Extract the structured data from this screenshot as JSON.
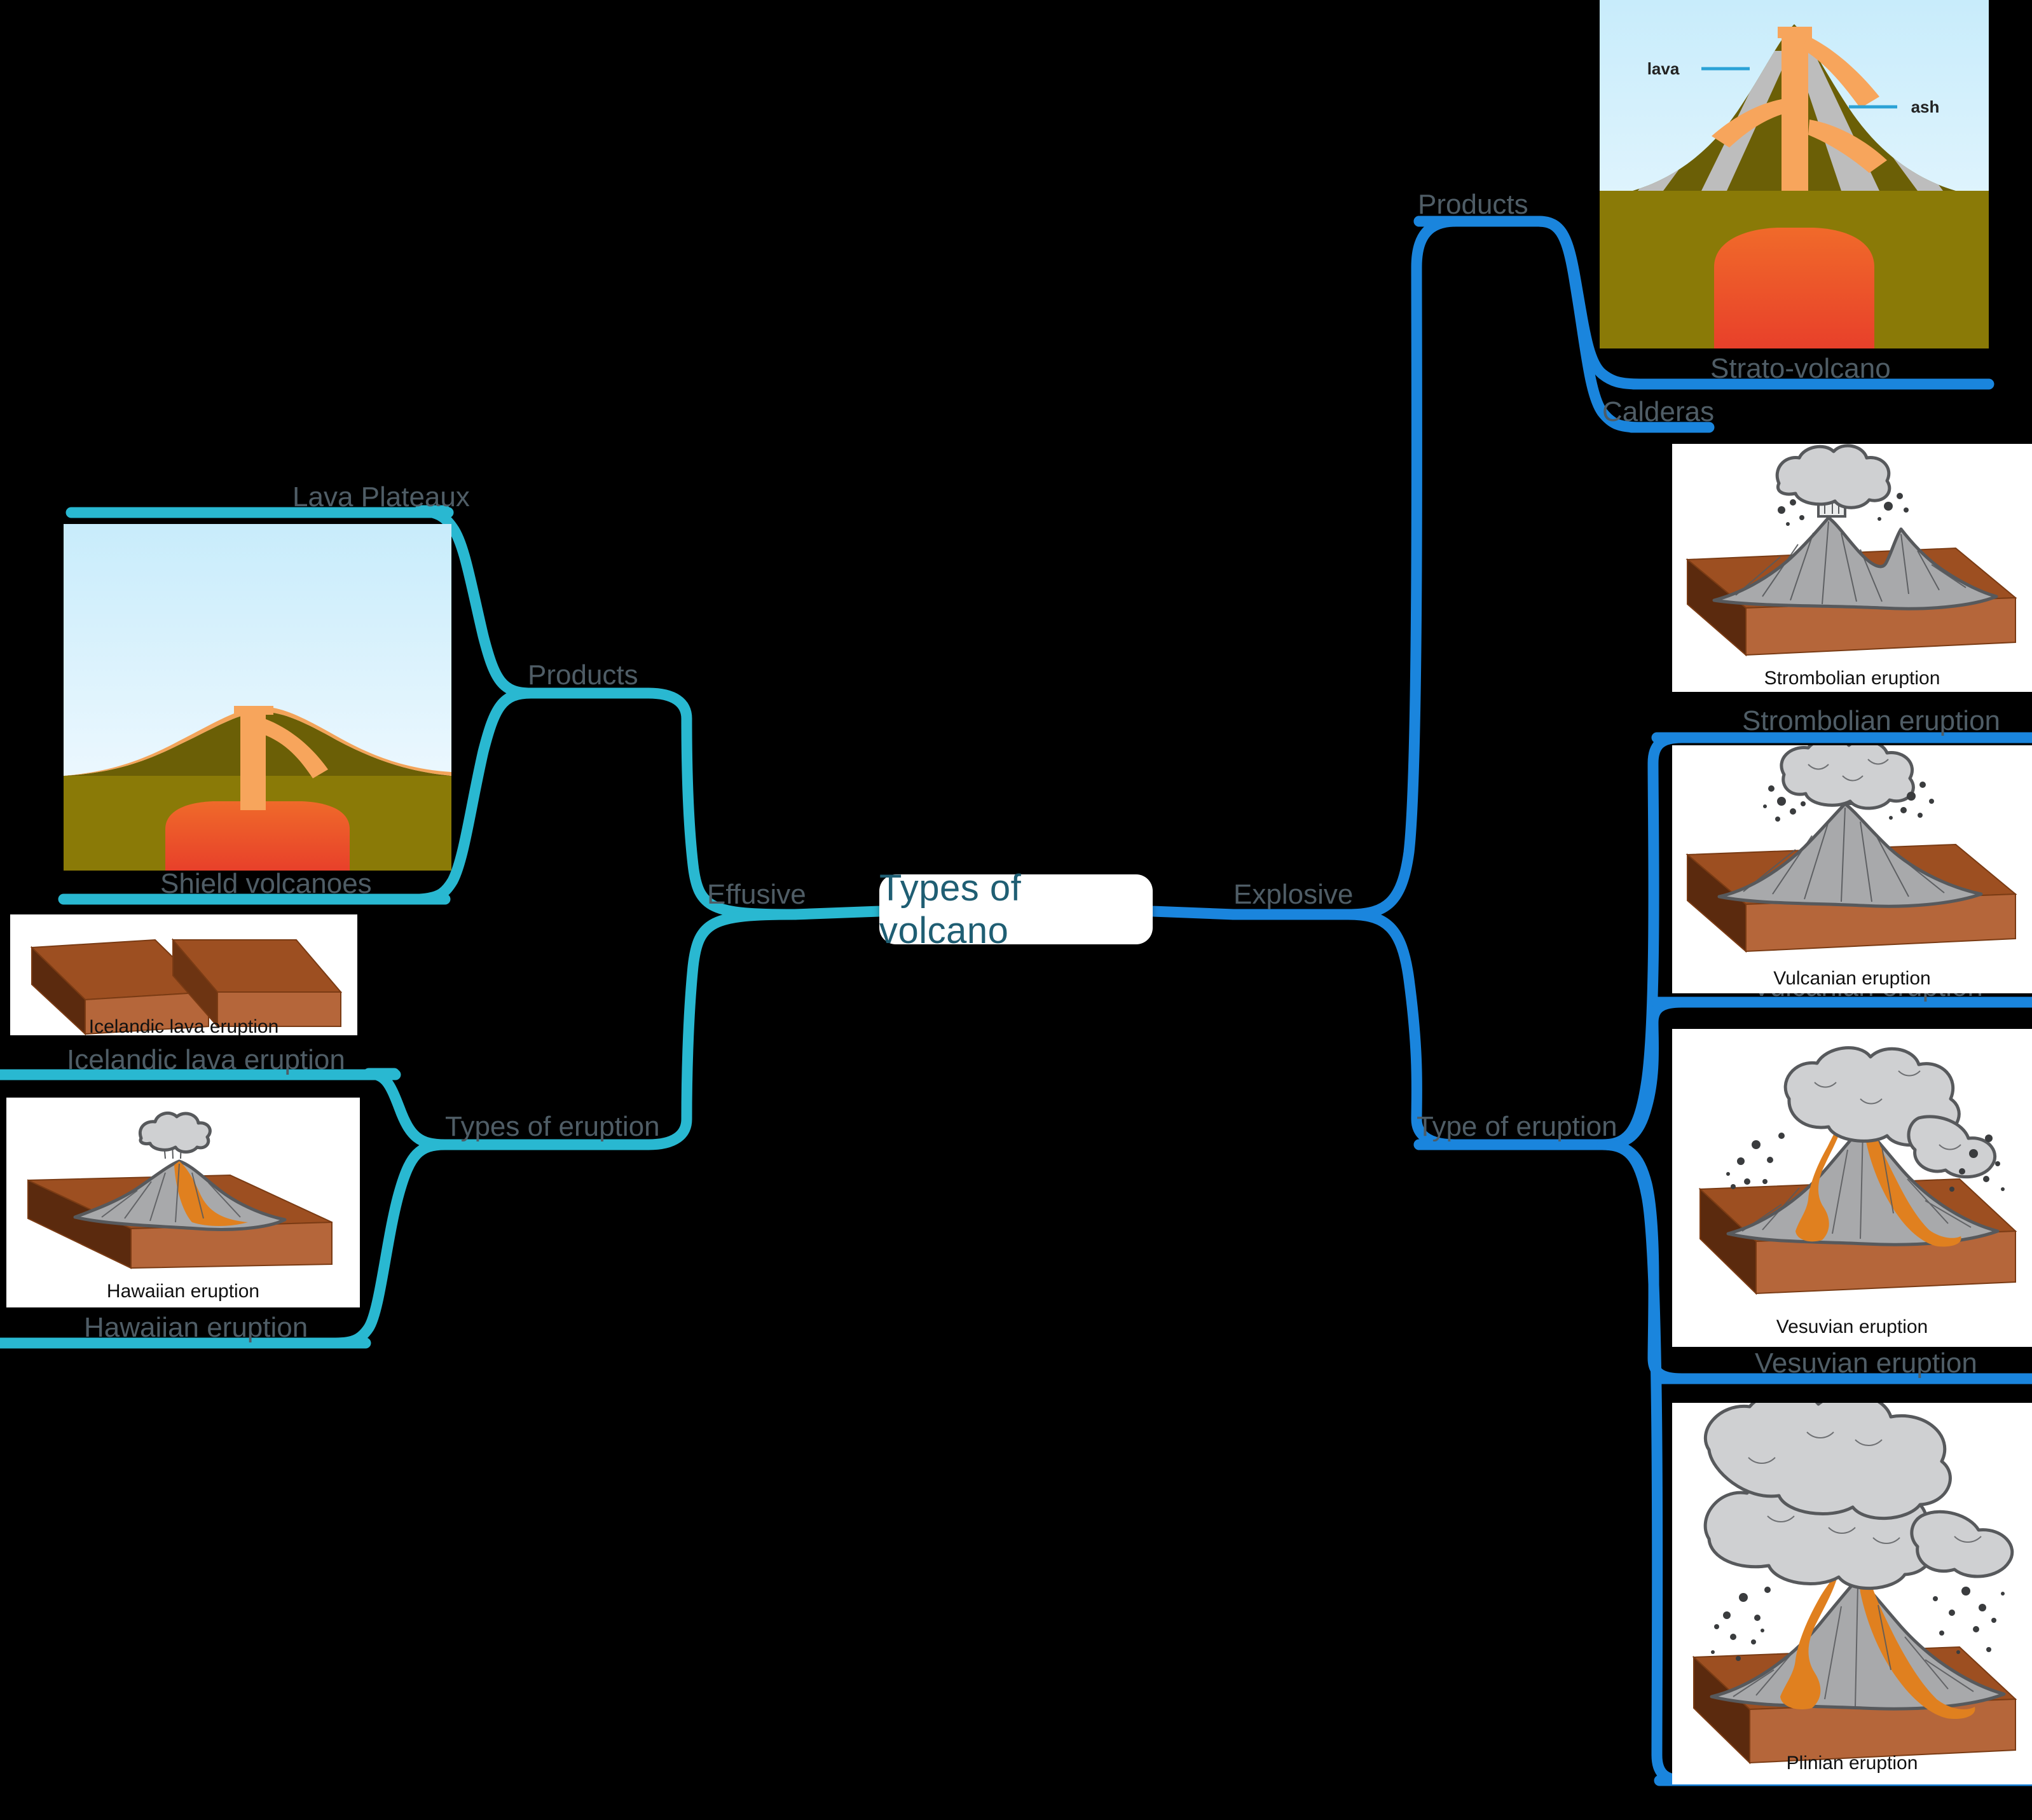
{
  "center": {
    "title": "Types of volcano"
  },
  "colors": {
    "effusive_branch": "#29b8d1",
    "explosive_branch": "#1a85dd",
    "label_text": "#4f5d66",
    "center_text": "#1f5e73",
    "background": "#000000",
    "rock_brown": "#a9522a",
    "cone_grey": "#a8a9ab",
    "lava_orange": "#e0801f"
  },
  "branches": {
    "effusive": {
      "label": "Effusive"
    },
    "explosive": {
      "label": "Explosive"
    }
  },
  "effusive": {
    "products": {
      "label": "Products"
    },
    "types_of_eruption": {
      "label": "Types of eruption"
    },
    "leaves": [
      {
        "label": "Lava Plateaux"
      },
      {
        "label": "Shield volcanoes"
      },
      {
        "label": "Icelandic lava eruption"
      },
      {
        "label": "Hawaiian eruption"
      }
    ]
  },
  "explosive": {
    "products": {
      "label": "Products"
    },
    "type_of_eruption": {
      "label": "Type of eruption"
    },
    "leaves": [
      {
        "label": "Strato-volcano"
      },
      {
        "label": "Calderas"
      },
      {
        "label": "Strombolian eruption"
      },
      {
        "label": "Vulcanian eruption"
      },
      {
        "label": "Vesuvian eruption"
      },
      {
        "label": "Plinian eruption"
      }
    ]
  },
  "images": {
    "shield_xsection": {
      "caption": "",
      "annotations": []
    },
    "strato_xsection": {
      "caption": "",
      "annotations": [
        {
          "label": "lava"
        },
        {
          "label": "ash"
        }
      ]
    },
    "icelandic": {
      "caption": "Icelandic lava eruption"
    },
    "hawaiian": {
      "caption": "Hawaiian eruption"
    },
    "strombolian": {
      "caption": "Strombolian eruption"
    },
    "vulcanian": {
      "caption": "Vulcanian eruption"
    },
    "vesuvian": {
      "caption": "Vesuvian eruption"
    },
    "plinian": {
      "caption": "Plinian eruption"
    }
  }
}
